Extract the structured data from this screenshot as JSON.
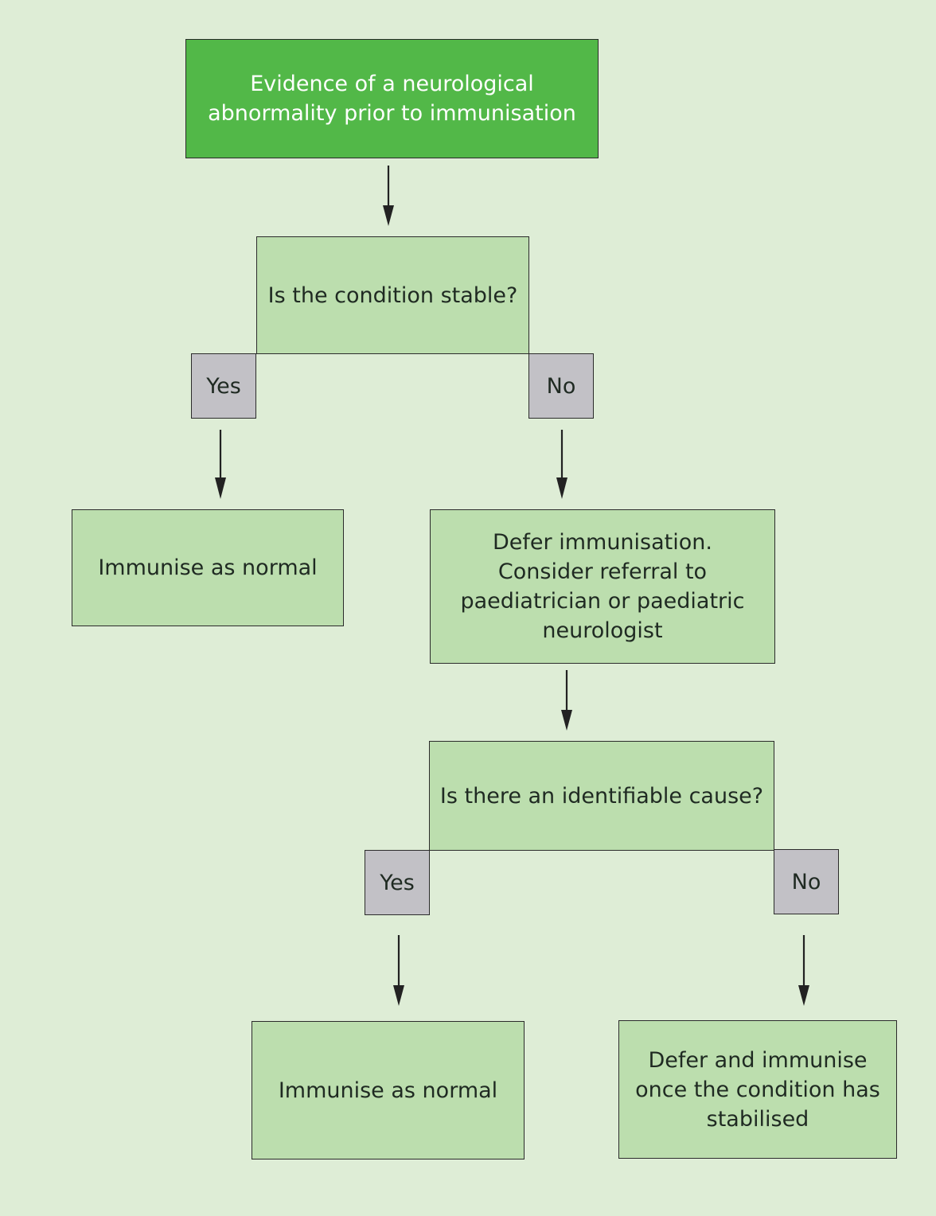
{
  "start": {
    "line1": "Evidence of a neurological",
    "line2": "abnormality prior to immunisation"
  },
  "question1": "Is the condition stable?",
  "q1_yes": "Yes",
  "q1_no": "No",
  "outcome1": "Immunise as normal",
  "defer": {
    "line1": "Defer immunisation.",
    "line2": "Consider referral to",
    "line3": "paediatrician or paediatric",
    "line4": "neurologist"
  },
  "question2": "Is there an identifiable cause?",
  "q2_yes": "Yes",
  "q2_no": "No",
  "outcome2": "Immunise as normal",
  "outcome3": {
    "line1": "Defer and immunise",
    "line2": "once the condition has",
    "line3": "stabilised"
  }
}
